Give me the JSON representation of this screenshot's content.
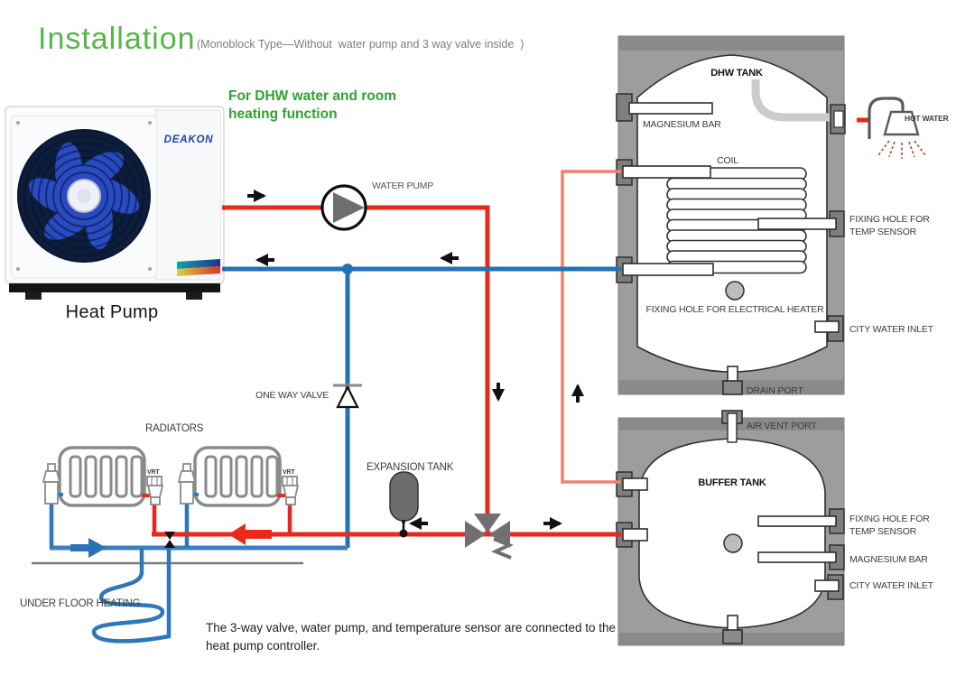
{
  "header": {
    "title": "Installation",
    "subtitle": "(Monoblock Type—Without  water pump and 3 way valve inside  )",
    "function_line1": "For DHW water and room",
    "function_line2": "heating function"
  },
  "heat_pump": {
    "brand": "DEAKON",
    "label": "Heat Pump"
  },
  "components": {
    "water_pump_label": "WATER PUMP",
    "one_way_valve_label": "ONE WAY VALVE",
    "radiators_label": "RADIATORS",
    "expansion_tank_label": "EXPANSION TANK",
    "under_floor_heating_label": "UNDER FLOOR HEATING",
    "radiator_valve_label": "VRT"
  },
  "dhw_tank": {
    "title": "DHW TANK",
    "magnesium_bar_label": "MAGNESIUM BAR",
    "coil_label": "COIL",
    "hot_water_label": "HOT WATER",
    "temp_sensor_line1": "FIXING HOLE FOR",
    "temp_sensor_line2": "TEMP SENSOR",
    "electrical_heater_label": "FIXING HOLE FOR ELECTRICAL HEATER",
    "city_water_inlet_label": "CITY WATER INLET",
    "drain_port_label": "DRAIN PORT"
  },
  "buffer_tank": {
    "title": "BUFFER TANK",
    "air_vent_port_label": "AIR VENT PORT",
    "temp_sensor_line1": "FIXING HOLE FOR",
    "temp_sensor_line2": "TEMP SENSOR",
    "magnesium_bar_label": "MAGNESIUM BAR",
    "city_water_inlet_label": "CITY WATER INLET"
  },
  "note": {
    "line1": "The 3-way valve, water pump, and temperature sensor are connected to the",
    "line2": "heat pump controller."
  },
  "colors": {
    "hot_pipe": "#e8291c",
    "dhw_loop_pipe": "#f2826f",
    "cold_pipe": "#2171b5",
    "accent_green": "#45b649",
    "tank_gray": "#9c9c9c"
  }
}
